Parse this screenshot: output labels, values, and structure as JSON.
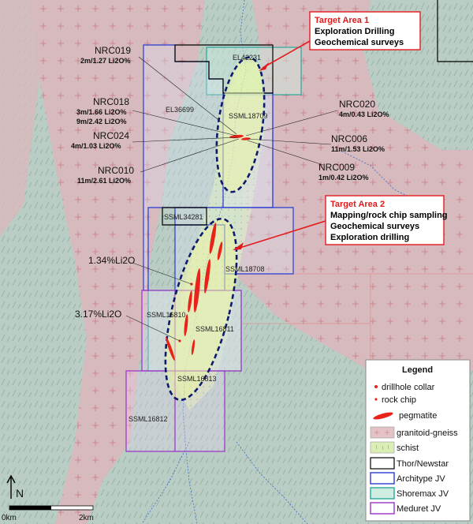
{
  "target_area_1": {
    "title": "Target Area 1",
    "lines": [
      "Exploration Drilling",
      "Geochemical surveys"
    ]
  },
  "target_area_2": {
    "title": "Target Area 2",
    "lines": [
      "Mapping/rock chip sampling",
      "Geochemical surveys",
      "Exploration drilling"
    ]
  },
  "drillholes": [
    {
      "name": "NRC019",
      "result": "2m/1.27 Li2O%"
    },
    {
      "name": "NRC018",
      "result": "3m/1.66 Li2O%"
    },
    {
      "name": "",
      "result": "9m/2.42 Li2O%"
    },
    {
      "name": "NRC024",
      "result": "4m/1.03 Li2O%"
    },
    {
      "name": "NRC010",
      "result": "11m/2.61 Li2O%"
    },
    {
      "name": "NRC020",
      "result": "4m/0.43 Li2O%"
    },
    {
      "name": "NRC006",
      "result": "11m/1.53 Li2O%"
    },
    {
      "name": "NRC009",
      "result": "1m/0.42 Li2O%"
    }
  ],
  "rock_chips": [
    "1.34%Li2O",
    "3.17%Li2O"
  ],
  "tenements": [
    "EL42231",
    "EL36699",
    "SSML18709",
    "SSML34281",
    "SSML18708",
    "SSML16810",
    "SSML16811",
    "SSML16813",
    "SSML16812"
  ],
  "legend": {
    "title": "Legend",
    "items": [
      "drillhole collar",
      "rock chip",
      "pegmatite",
      "granitoid-gneiss",
      "schist",
      "Thor/Newstar",
      "Architype JV",
      "Shoremax JV",
      "Meduret JV"
    ]
  },
  "scale": {
    "start": "0km",
    "end": "2km"
  },
  "north": "N",
  "colors": {
    "thor_newstar": "#000000",
    "architype": "#2a3bd1",
    "shoremax": "#2aa79b",
    "meduret": "#9b30c8",
    "pegmatite": "#e8231b",
    "target_box": "#e31a1c",
    "target_ellipse": "#0d1a6e",
    "granitoid": "#d4b4b6",
    "schist": "#d9ecb8",
    "background_green": "#b9cdc4"
  }
}
